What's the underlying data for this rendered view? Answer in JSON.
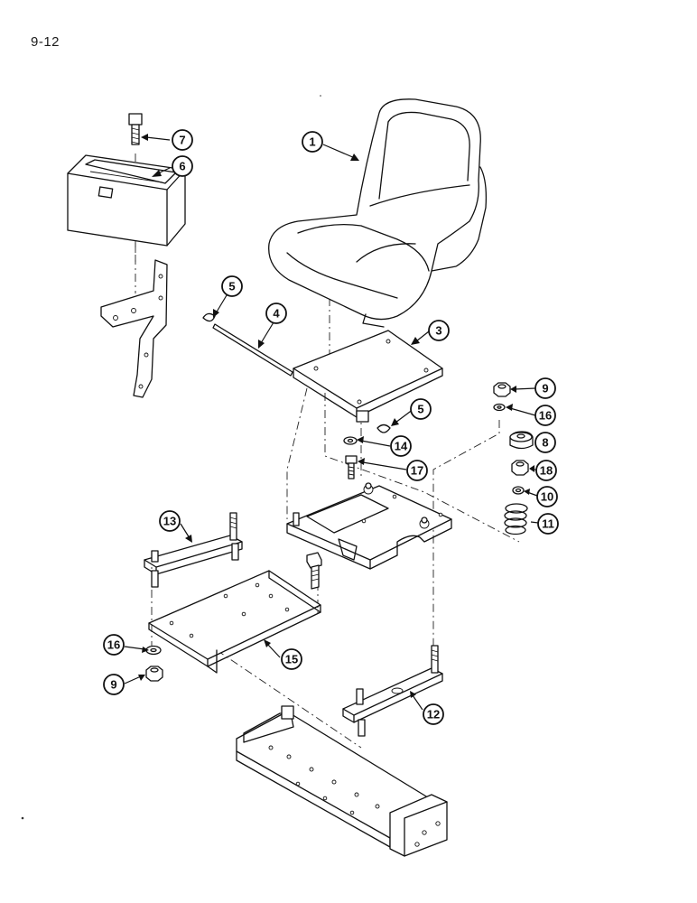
{
  "page": {
    "number": "9-12"
  },
  "callouts": [
    {
      "id": "c1",
      "label": "1",
      "part": "seat"
    },
    {
      "id": "c3",
      "label": "3",
      "part": "seat-mounting-plate"
    },
    {
      "id": "c4",
      "label": "4",
      "part": "rod"
    },
    {
      "id": "c5a",
      "label": "5",
      "part": "clip"
    },
    {
      "id": "c5b",
      "label": "5",
      "part": "clip"
    },
    {
      "id": "c6",
      "label": "6",
      "part": "toolbox"
    },
    {
      "id": "c7",
      "label": "7",
      "part": "bolt"
    },
    {
      "id": "c8",
      "label": "8",
      "part": "rubber-isolator"
    },
    {
      "id": "c9a",
      "label": "9",
      "part": "nut"
    },
    {
      "id": "c9b",
      "label": "9",
      "part": "nut"
    },
    {
      "id": "c10",
      "label": "10",
      "part": "washer"
    },
    {
      "id": "c11",
      "label": "11",
      "part": "spring"
    },
    {
      "id": "c12",
      "label": "12",
      "part": "stud-bar"
    },
    {
      "id": "c13",
      "label": "13",
      "part": "stud-bar"
    },
    {
      "id": "c14",
      "label": "14",
      "part": "washer"
    },
    {
      "id": "c15",
      "label": "15",
      "part": "support-plate"
    },
    {
      "id": "c16a",
      "label": "16",
      "part": "washer"
    },
    {
      "id": "c16b",
      "label": "16",
      "part": "washer"
    },
    {
      "id": "c17",
      "label": "17",
      "part": "bolt"
    },
    {
      "id": "c18",
      "label": "18",
      "part": "nut"
    }
  ]
}
